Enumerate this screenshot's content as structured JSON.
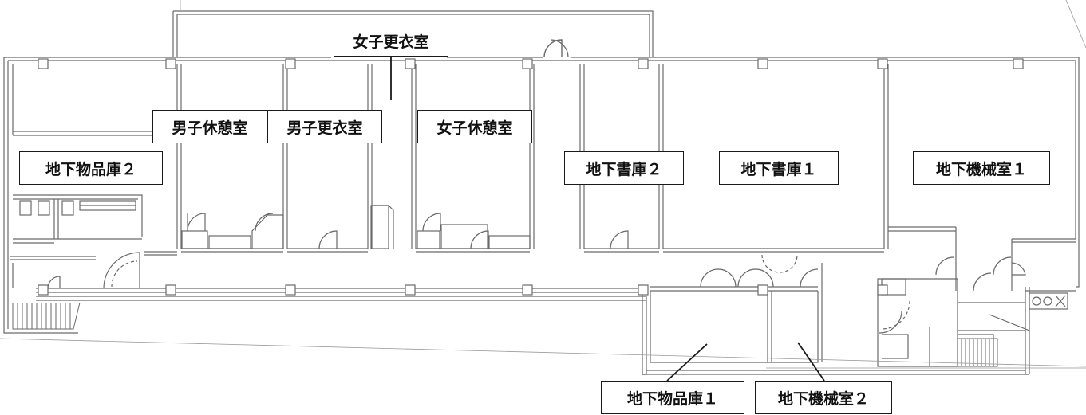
{
  "floor_plan": {
    "rooms": {
      "womens_changing": "女子更衣室",
      "mens_lounge": "男子休憩室",
      "mens_changing": "男子更衣室",
      "womens_lounge": "女子休憩室",
      "storage_b2": "地下物品庫２",
      "library_b2": "地下書庫２",
      "library_b1": "地下書庫１",
      "machine_room_b1": "地下機械室１",
      "storage_b1": "地下物品庫１",
      "machine_room_b2": "地下機械室２"
    },
    "colors": {
      "wall": "#5a5a5a",
      "label_border": "#1a1a1a",
      "background": "#ffffff"
    }
  }
}
